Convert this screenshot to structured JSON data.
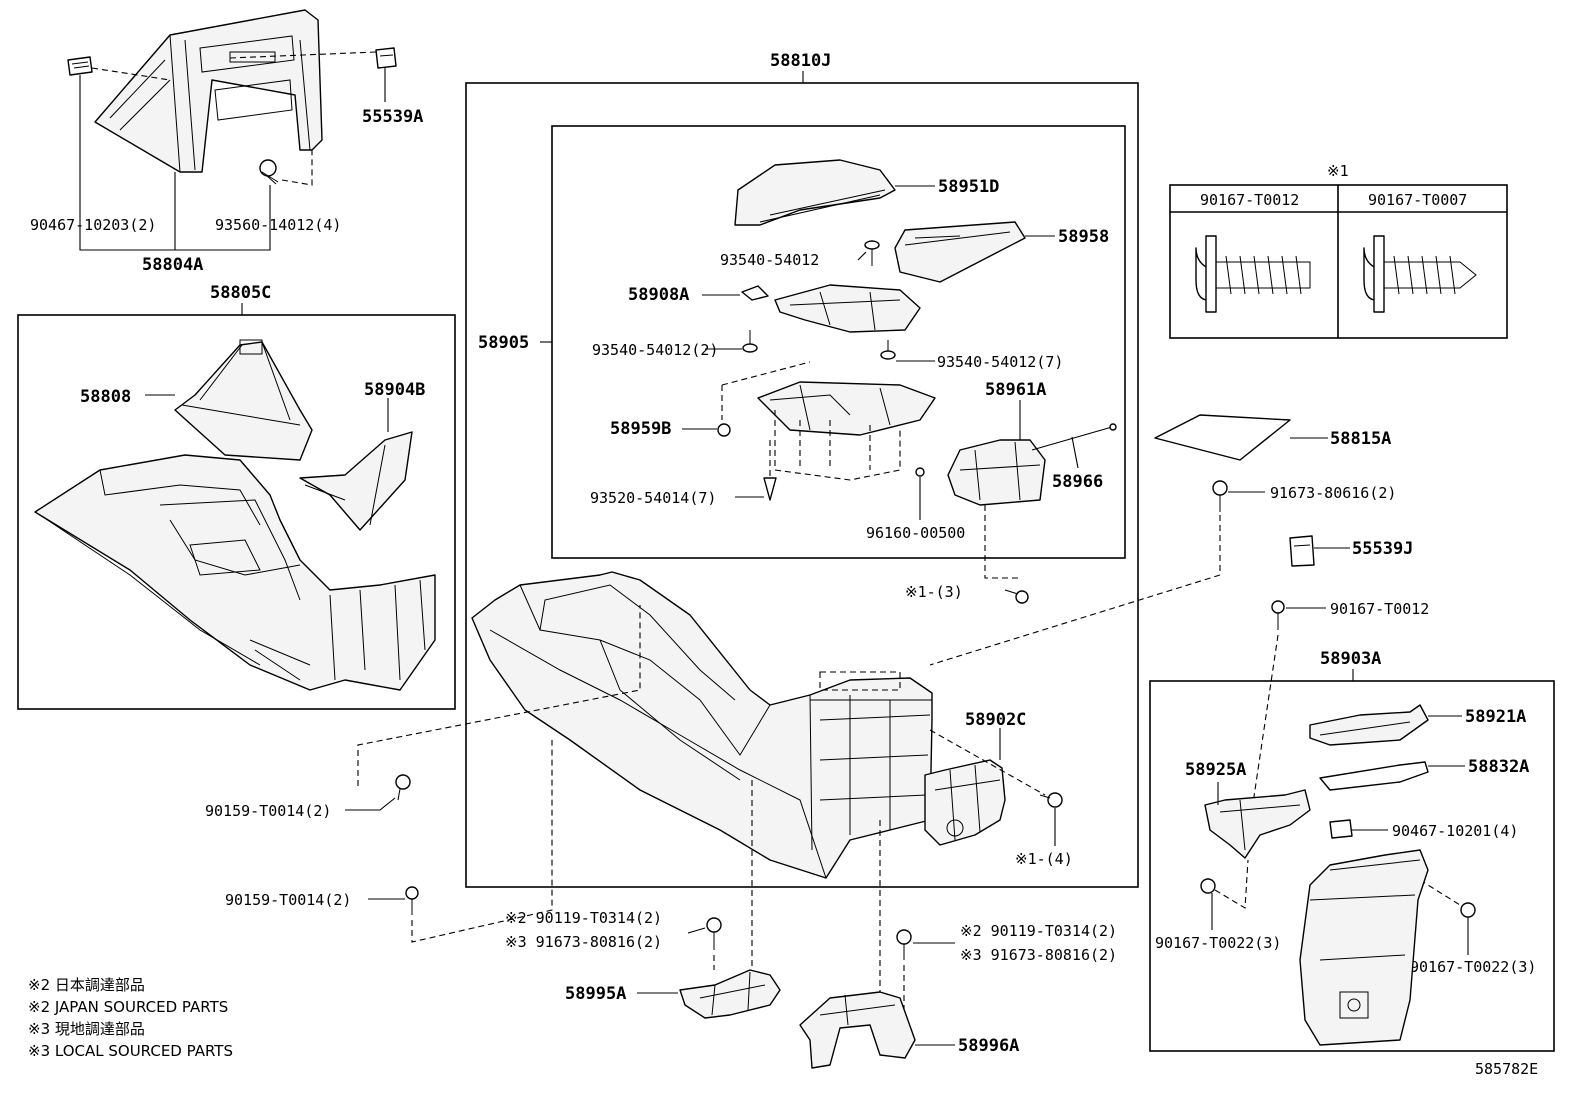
{
  "labels": {
    "p58804A": "58804A",
    "p55539A": "55539A",
    "p90467_10203": "90467-10203(2)",
    "p93560_14012": "93560-14012(4)",
    "p58805C": "58805C",
    "p58808": "58808",
    "p58904B": "58904B",
    "p58810J": "58810J",
    "p58951D": "58951D",
    "p58958": "58958",
    "p93540_54012_a": "93540-54012",
    "p58908A": "58908A",
    "p93540_54012_2": "93540-54012(2)",
    "p93540_54012_7": "93540-54012(7)",
    "p58905": "58905",
    "p58959B": "58959B",
    "p58961A": "58961A",
    "p58966": "58966",
    "p93520_54014": "93520-54014(7)",
    "p96160_00500": "96160-00500",
    "p_x1_3": "※1-(3)",
    "p58902C": "58902C",
    "p_x1_4": "※1-(4)",
    "p90159_T0014_a": "90159-T0014(2)",
    "p90159_T0014_b": "90159-T0014(2)",
    "p_x2_90119_a": "※2 90119-T0314(2)",
    "p_x3_91673_a": "※3 91673-80816(2)",
    "p_x2_90119_b": "※2 90119-T0314(2)",
    "p_x3_91673_b": "※3 91673-80816(2)",
    "p58995A": "58995A",
    "p58996A": "58996A",
    "p58815A": "58815A",
    "p91673_80616": "91673-80616(2)",
    "p55539J": "55539J",
    "p90167_T0012": "90167-T0012",
    "p58903A": "58903A",
    "p58921A": "58921A",
    "p58832A": "58832A",
    "p58925A": "58925A",
    "p90467_10201": "90467-10201(4)",
    "p90167_T0022_a": "90167-T0022(3)",
    "p90167_T0022_b": "90167-T0022(3)"
  },
  "screw_table": {
    "mark": "※1",
    "col1": "90167-T0012",
    "col2": "90167-T0007"
  },
  "notes": [
    "※2 日本調達部品",
    "※2 JAPAN SOURCED PARTS",
    "※3 現地調達部品",
    "※3 LOCAL SOURCED PARTS"
  ],
  "diagram_id": "585782E"
}
